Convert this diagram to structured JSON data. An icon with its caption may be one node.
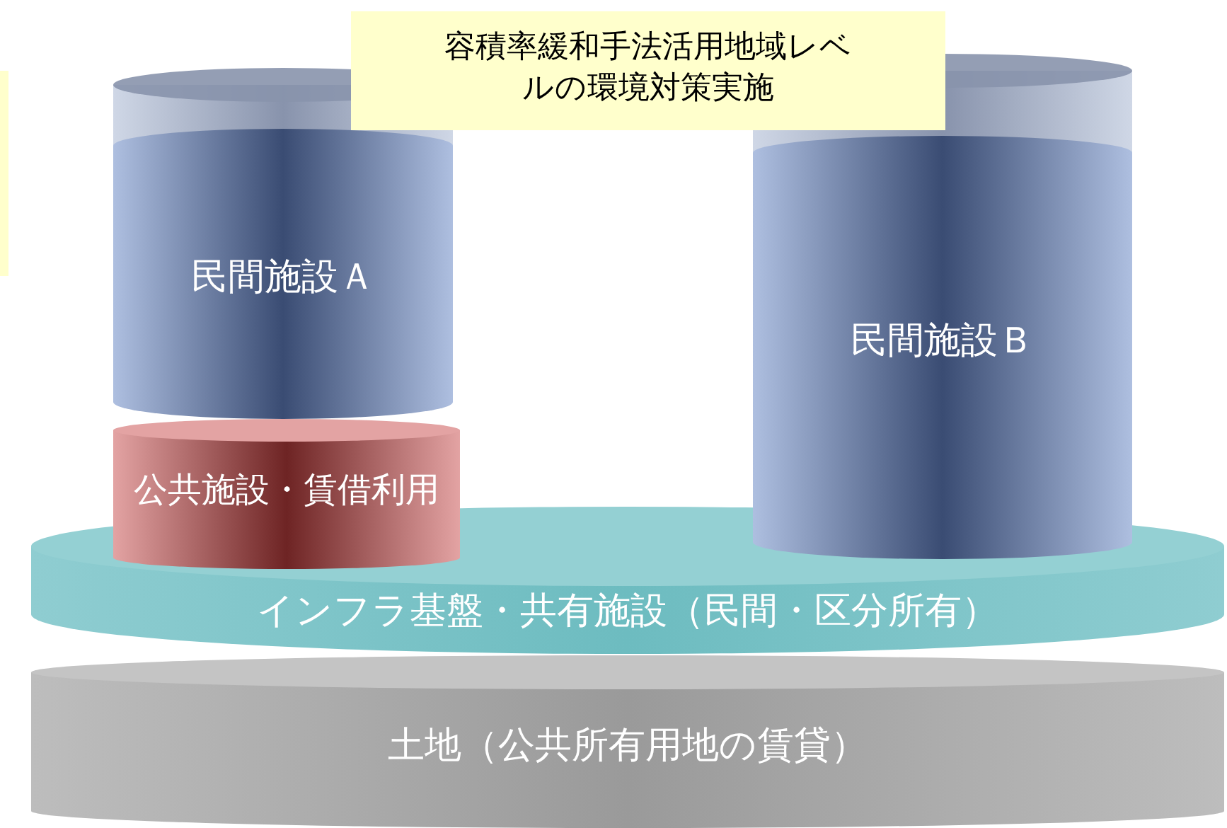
{
  "diagram": {
    "nodes": [
      {
        "text": [],
        "shape": "box"
      },
      {
        "text": [
          "容積率緩和手法活用地域レベルの環境対策実施"
        ]
      },
      {
        "text": [
          "民間施設Ａ"
        ]
      },
      {
        "text": [
          "民間施設Ｂ"
        ]
      },
      {
        "text": [
          "公共施設・賃借利用"
        ]
      },
      {
        "text": [
          "インフラ基盤・共有施設（民間・区分所有）"
        ]
      },
      {
        "text": [
          "土地（公共所有用地の賃貸）"
        ]
      }
    ]
  }
}
